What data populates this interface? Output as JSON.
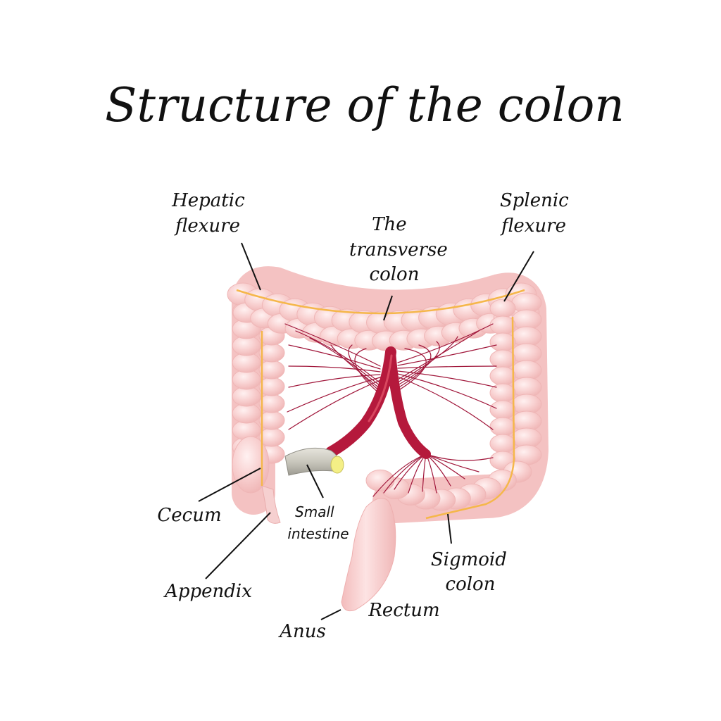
{
  "title": "Structure of the colon",
  "labels": {
    "hepatic_flexure": [
      "Hepatic",
      "flexure"
    ],
    "transverse_colon": [
      "The",
      "transverse",
      "colon"
    ],
    "splenic_flexure": [
      "Splenic",
      "flexure"
    ],
    "cecum": "Cecum",
    "small_intestine": [
      "Small",
      "intestine"
    ],
    "appendix": "Appendix",
    "sigmoid_colon": [
      "Sigmoid",
      "colon"
    ],
    "rectum": "Rectum",
    "anus": "Anus"
  },
  "colors": {
    "colon_fill": "#f6c6c6",
    "colon_highlight": "#fde6e6",
    "colon_outline": "#eeb3b3",
    "taenia": "#f5b74a",
    "artery": "#b5193c",
    "small_branch": "#a0163a",
    "small_intestine": "#c8c6bc",
    "small_intestine_end": "#f4ef86",
    "label_text": "#111111",
    "leader_line": "#111111"
  }
}
